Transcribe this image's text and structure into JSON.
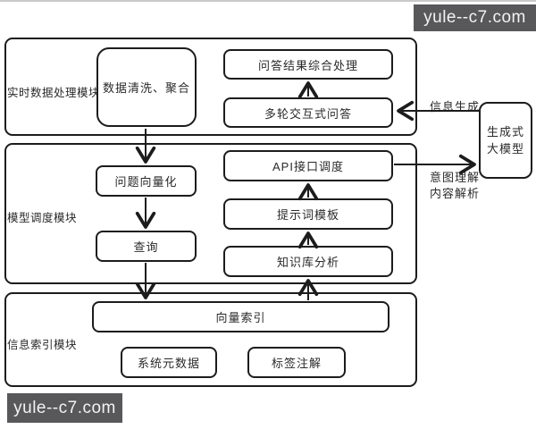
{
  "watermark_top": "yule--c7.com",
  "watermark_bottom": "yule--c7.com",
  "modules": [
    {
      "label": "实时数据处理模块",
      "boxes": [
        "数据清洗、聚合",
        "问答结果综合处理",
        "多轮交互式问答"
      ]
    },
    {
      "label": "模型调度模块",
      "boxes": [
        "问题向量化",
        "查询",
        "API接口调度",
        "提示词模板",
        "知识库分析"
      ]
    },
    {
      "label": "信息索引模块",
      "boxes": [
        "向量索引",
        "系统元数据",
        "标签注解"
      ]
    }
  ],
  "external_model": {
    "line1": "生成式",
    "line2": "大模型"
  },
  "edge_labels": {
    "information_generation": "信息生成",
    "intent_understanding": "意图理解",
    "content_parsing": "内容解析"
  },
  "colors": {
    "diagram_line": "#1c1c1c",
    "watermark_bg": "#58585a",
    "watermark_text": "#f2f2f2",
    "separator_line": "#c9c9c9"
  }
}
